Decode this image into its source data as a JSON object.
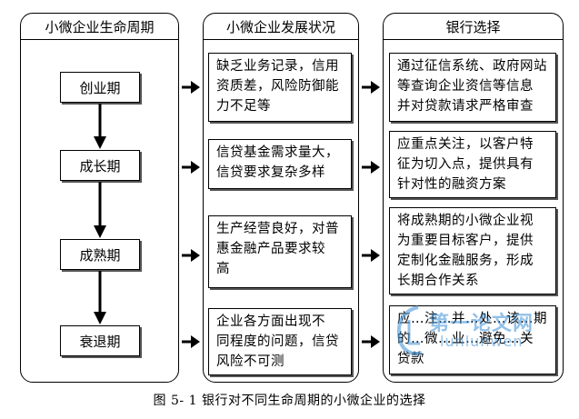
{
  "columns": {
    "lifecycle": {
      "title": "小微企业生命周期"
    },
    "status": {
      "title": "小微企业发展状况"
    },
    "bank": {
      "title": "银行选择"
    }
  },
  "stages": [
    {
      "label": "创业期"
    },
    {
      "label": "成长期"
    },
    {
      "label": "成熟期"
    },
    {
      "label": "衰退期"
    }
  ],
  "status_items": [
    {
      "text": "缺乏业务记录，信用\n资质差，风险防御能\n力不足等"
    },
    {
      "text": "信贷基金需求量大，\n信贷要求复杂多样"
    },
    {
      "text": "生产经营良好，对普\n惠金融产品要求较\n高"
    },
    {
      "text": "企业各方面出现不\n同程度的问题，信贷\n风险不可测"
    }
  ],
  "bank_items": [
    {
      "text": "通过征信系统、政府网站\n等查询企业资信等信息\n并对贷款请求严格审查"
    },
    {
      "text": "应重点关注，以客户特\n征为切入点，提供具有\n针对性的融资方案"
    },
    {
      "text": "将成熟期的小微企业视\n为重要目标客户，提供\n定制化金融服务，形成\n长期合作关系"
    },
    {
      "text": "应…注…并…处…该…期\n的…微…业…避免…关\n贷款"
    }
  ],
  "watermark": {
    "line1": "第一论文网",
    "line2": "lunlunwen"
  },
  "caption": "图 5- 1    银行对不同生命周期的小微企业的选择",
  "colors": {
    "border": "#000000",
    "watermark": "#3b8fd6"
  },
  "icons": {
    "arrow_right": "right-arrow-icon",
    "arrow_down": "down-arrow-icon"
  }
}
